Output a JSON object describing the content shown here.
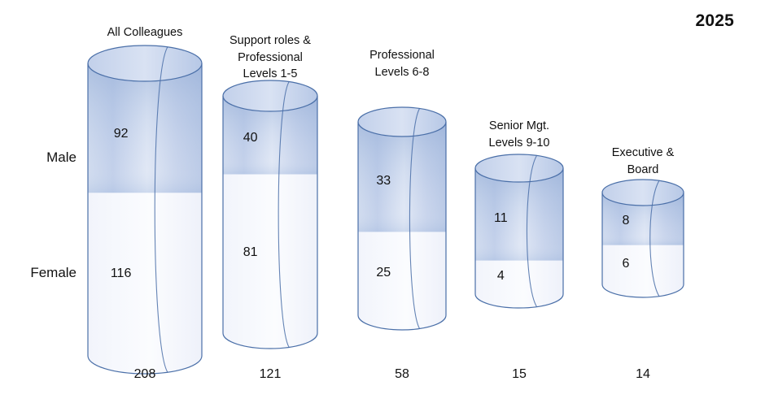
{
  "year": "2025",
  "axis": {
    "male_label": "Male",
    "female_label": "Female"
  },
  "chart_data": {
    "type": "bar",
    "title": "",
    "subtitle": "2025",
    "xlabel": "",
    "ylabel": "",
    "legend": [
      "Male",
      "Female"
    ],
    "legend_position": "left-axis",
    "grid": false,
    "orientation": "vertical-stacked-cylinder",
    "categories": [
      "All Colleagues",
      "Support roles & Professional Levels 1-5",
      "Professional Levels 6-8",
      "Senior Mgt. Levels 9-10",
      "Executive & Board"
    ],
    "series": [
      {
        "name": "Male",
        "values": [
          92,
          40,
          33,
          11,
          8
        ]
      },
      {
        "name": "Female",
        "values": [
          116,
          81,
          25,
          4,
          6
        ]
      }
    ],
    "totals": [
      208,
      121,
      58,
      15,
      14
    ],
    "ylim": [
      0,
      208
    ]
  },
  "categories": [
    {
      "title_lines": [
        "All Colleagues"
      ],
      "male": "92",
      "female": "116",
      "total": "208"
    },
    {
      "title_lines": [
        "Support roles &",
        "Professional",
        "Levels 1-5"
      ],
      "male": "40",
      "female": "81",
      "total": "121"
    },
    {
      "title_lines": [
        "Professional",
        "Levels 6-8"
      ],
      "male": "33",
      "female": "25",
      "total": "58"
    },
    {
      "title_lines": [
        "Senior Mgt.",
        "Levels 9-10"
      ],
      "male": "11",
      "female": "4",
      "total": "15"
    },
    {
      "title_lines": [
        "Executive &",
        "Board"
      ],
      "male": "8",
      "female": "6",
      "total": "14"
    }
  ],
  "colors": {
    "male_fill": "#b8c9e6",
    "female_fill": "#f4f6fc",
    "outline": "#4a6fa8",
    "text": "#111111",
    "background": "#ffffff"
  }
}
